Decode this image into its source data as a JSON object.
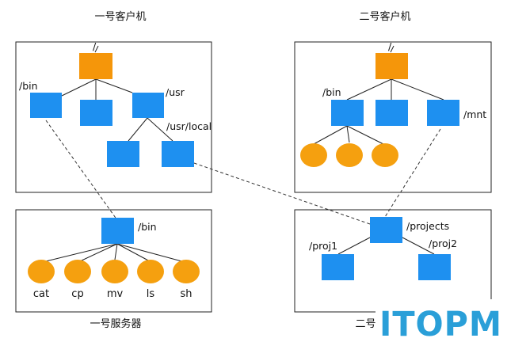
{
  "colors": {
    "directory": "#1e90f0",
    "root": "#f5960a",
    "file": "#f5a00f",
    "frame": "#222222",
    "link": "#333333",
    "watermark": "#2a9fd8"
  },
  "client1": {
    "caption": "一号客户机",
    "root_label": "/",
    "bin_label": "/bin",
    "usr_label": "/usr",
    "usr_local_label": "/usr/local"
  },
  "client2": {
    "caption": "二号客户机",
    "root_label": "/",
    "bin_label": "/bin",
    "mnt_label": "/mnt"
  },
  "server1": {
    "caption": "一号服务器",
    "bin_label": "/bin",
    "files": [
      "cat",
      "cp",
      "mv",
      "ls",
      "sh"
    ]
  },
  "server2": {
    "caption": "二号服务器",
    "projects_label": "/projects",
    "proj1_label": "/proj1",
    "proj2_label": "/proj2"
  },
  "watermark": {
    "text": "ITOPM"
  }
}
